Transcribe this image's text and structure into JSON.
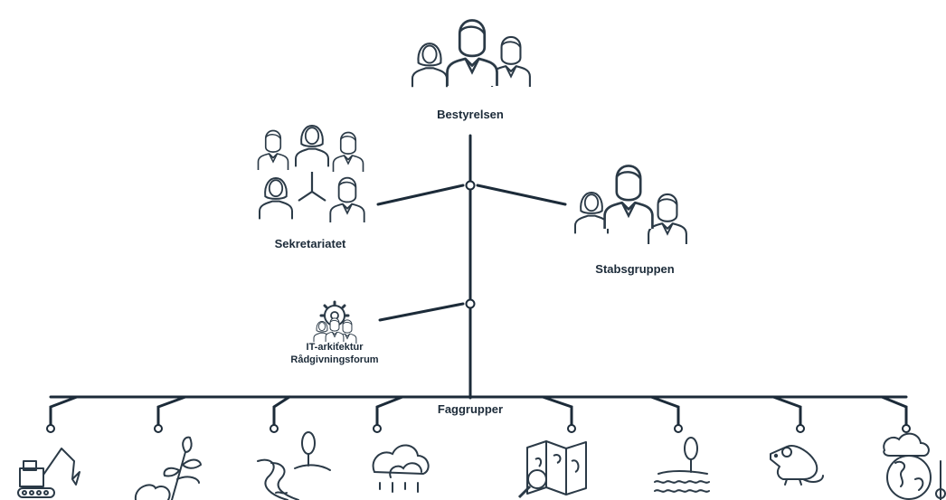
{
  "nodes": {
    "board": "Bestyrelsen",
    "secretariat": "Sekretariatet",
    "staff_group": "Stabsgruppen",
    "it_forum_line1": "IT-arkitektur",
    "it_forum_line2": "Rådgivningsforum",
    "subject_groups": "Faggrupper"
  },
  "faggrupper_icons": [
    "excavator-icon",
    "plant-sprout-icon",
    "river-tree-icon",
    "rain-cloud-icon",
    "map-magnifier-icon",
    "tree-water-icon",
    "rat-icon",
    "globe-cloud-icon"
  ],
  "colors": {
    "line": "#1c2b39",
    "icon": "#2b3a47",
    "background": "#ffffff"
  }
}
